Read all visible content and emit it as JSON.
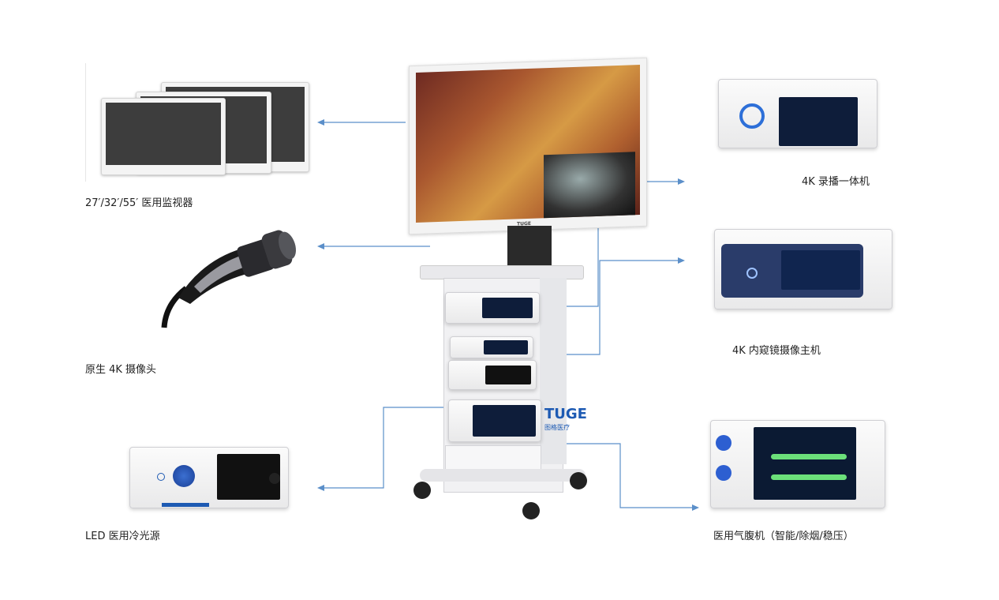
{
  "labels": {
    "monitors": "27′/32′/55′ 医用监视器",
    "camera_head": "原生 4K 摄像头",
    "light_source": "LED 医用冷光源",
    "recorder": "4K 录播一体机",
    "camera_host": "4K 内窥镜摄像主机",
    "insufflator": "医用气腹机（智能/除烟/稳压）"
  },
  "brand": {
    "monitor_logo": "TUGE",
    "cart_logo": "TUGE",
    "cart_logo_cn": "图格医疗"
  },
  "colors": {
    "arrow": "#5b8fc9",
    "accent_blue": "#1d5ab3",
    "screen_dark": "#0e1d3a",
    "screen_green": "#6be07a"
  },
  "icons": [
    "power-icon",
    "knob-icon",
    "circular-dial-icon"
  ]
}
